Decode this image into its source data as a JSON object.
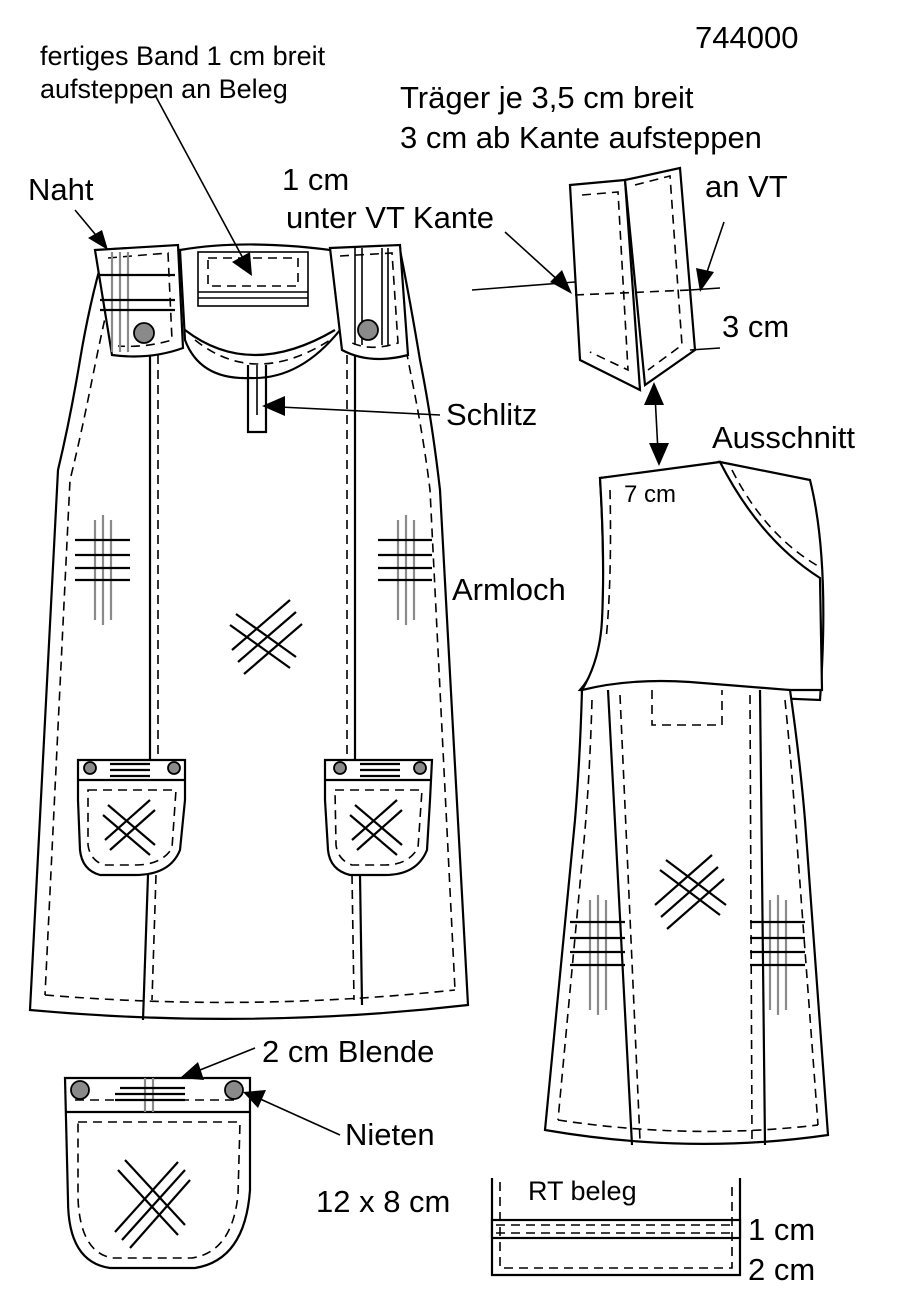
{
  "pattern_number": "744000",
  "labels": {
    "band_line1": "fertiges Band 1 cm breit",
    "band_line2": "aufsteppen an Beleg",
    "straps_line1": "Träger je 3,5 cm breit",
    "straps_line2": "3 cm ab Kante aufsteppen",
    "straps_line3": "an VT",
    "seam": "Naht",
    "below_edge_line1": "1 cm",
    "below_edge_line2": "unter VT Kante",
    "three_cm": "3 cm",
    "slit": "Schlitz",
    "neckline": "Ausschnitt",
    "seven_cm": "7 cm",
    "armhole": "Armloch",
    "placket": "2 cm Blende",
    "rivets": "Nieten",
    "pocket_size": "12 x 8 cm",
    "back_facing": "RT beleg",
    "one_cm": "1 cm",
    "two_cm": "2 cm"
  }
}
